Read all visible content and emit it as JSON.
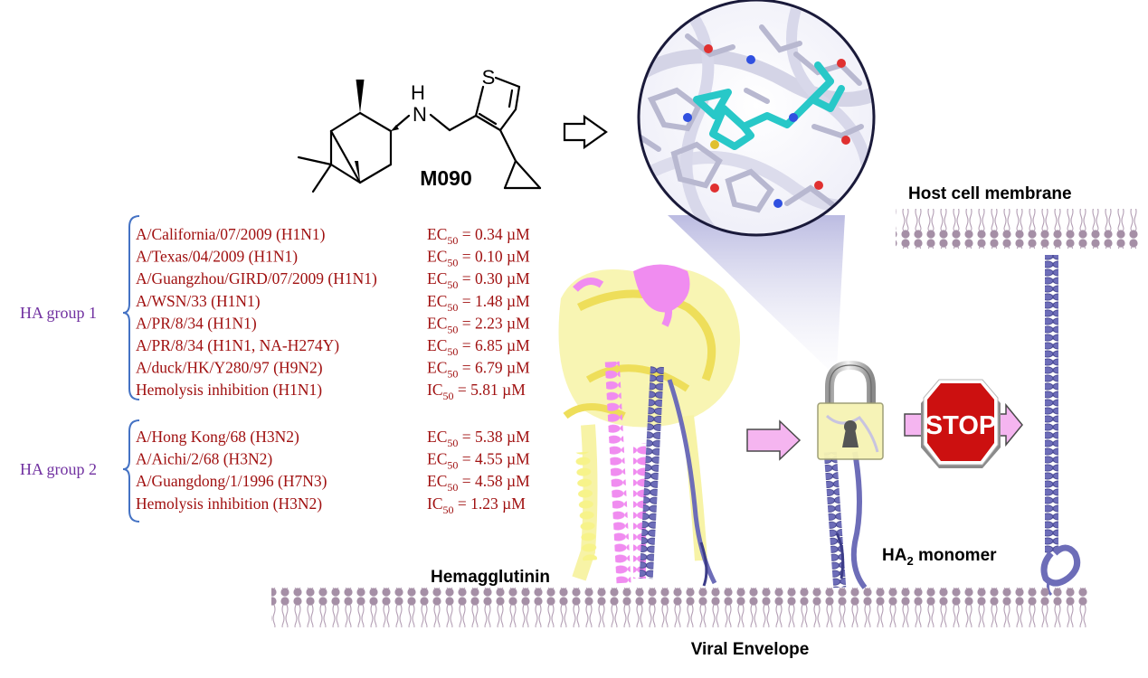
{
  "compound": {
    "name": "M090",
    "atom_labels": {
      "nitrogen_h": "H",
      "nitrogen": "N",
      "sulfur": "S"
    }
  },
  "groups": [
    {
      "label": "HA group 1",
      "rows": [
        {
          "strain": "A/California/07/2009 (H1N1)",
          "metric": "EC",
          "sub": "50",
          "value": " = 0.34 µM"
        },
        {
          "strain": "A/Texas/04/2009 (H1N1)",
          "metric": "EC",
          "sub": "50",
          "value": " = 0.10 µM"
        },
        {
          "strain": "A/Guangzhou/GIRD/07/2009 (H1N1)",
          "metric": "EC",
          "sub": "50",
          "value": " = 0.30 µM"
        },
        {
          "strain": "A/WSN/33 (H1N1)",
          "metric": "EC",
          "sub": "50",
          "value": " = 1.48 µM"
        },
        {
          "strain": "A/PR/8/34 (H1N1)",
          "metric": "EC",
          "sub": "50",
          "value": " = 2.23 µM"
        },
        {
          "strain": "A/PR/8/34 (H1N1, NA-H274Y)",
          "metric": "EC",
          "sub": "50",
          "value": " = 6.85 µM"
        },
        {
          "strain": "A/duck/HK/Y280/97 (H9N2)",
          "metric": "EC",
          "sub": "50",
          "value": " = 6.79 µM"
        },
        {
          "strain": "Hemolysis inhibition (H1N1)",
          "metric": "IC",
          "sub": "50",
          "value": " =  5.81 µM"
        }
      ]
    },
    {
      "label": "HA group 2",
      "rows": [
        {
          "strain": "A/Hong Kong/68 (H3N2)",
          "metric": "EC",
          "sub": "50",
          "value": " = 5.38 µM"
        },
        {
          "strain": "A/Aichi/2/68 (H3N2)",
          "metric": "EC",
          "sub": "50",
          "value": " = 4.55 µM"
        },
        {
          "strain": "A/Guangdong/1/1996 (H7N3)",
          "metric": "EC",
          "sub": "50",
          "value": " = 4.58 µM"
        },
        {
          "strain": "Hemolysis inhibition (H3N2)",
          "metric": "IC",
          "sub": "50",
          "value": " =  1.23 µM"
        }
      ]
    }
  ],
  "labels": {
    "host_membrane": "Host cell membrane",
    "hemagglutinin": "Hemagglutinin",
    "viral_envelope": "Viral Envelope",
    "ha2_prefix": "HA",
    "ha2_sub": "2",
    "ha2_suffix": " monomer",
    "stop": "STOP"
  },
  "colors": {
    "text_red": "#a01010",
    "group_label": "#7030a0",
    "bracket": "#4472c4",
    "membrane": "#a58fa6",
    "helix_blue": "#7070b8",
    "helix_pink": "#ee82ee",
    "helix_yellow": "#f5f07a",
    "stop_red": "#cc1010",
    "arrow_pink": "#f5b5f0",
    "carbon_cyan": "#28c8c8",
    "carbon_grey": "#b8b8d0"
  }
}
